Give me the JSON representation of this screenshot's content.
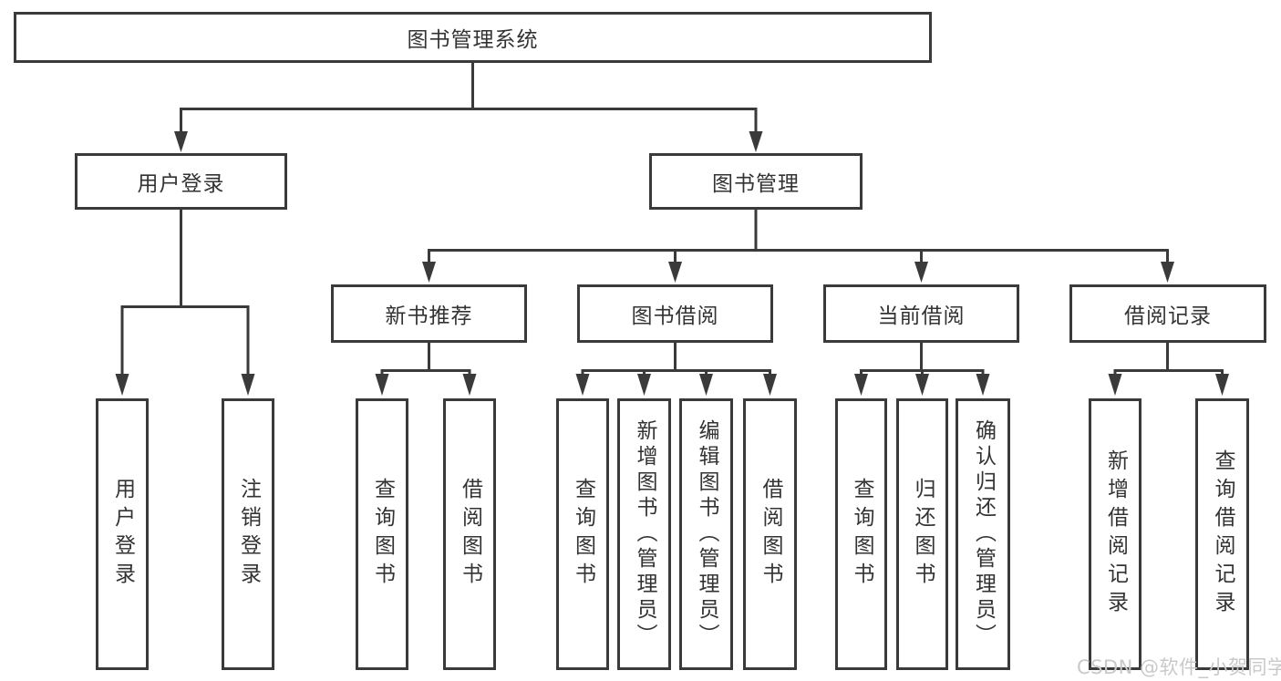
{
  "tree": {
    "label": "图书管理系统",
    "children": [
      {
        "label": "用户登录",
        "children": [
          {
            "label": "用户登录"
          },
          {
            "label": "注销登录"
          }
        ]
      },
      {
        "label": "图书管理",
        "children": [
          {
            "label": "新书推荐",
            "children": [
              {
                "label": "查询图书"
              },
              {
                "label": "借阅图书"
              }
            ]
          },
          {
            "label": "图书借阅",
            "children": [
              {
                "label": "查询图书"
              },
              {
                "label": "新增图书（管理员）"
              },
              {
                "label": "编辑图书（管理员）"
              },
              {
                "label": "借阅图书"
              }
            ]
          },
          {
            "label": "当前借阅",
            "children": [
              {
                "label": "查询图书"
              },
              {
                "label": "归还图书"
              },
              {
                "label": "确认归还（管理员）"
              }
            ]
          },
          {
            "label": "借阅记录",
            "children": [
              {
                "label": "新增借阅记录"
              },
              {
                "label": "查询借阅记录"
              }
            ]
          }
        ]
      }
    ]
  },
  "watermark": {
    "text": "CSDN @软件_小贺同学"
  },
  "colors": {
    "line": "#3a3a3a",
    "text": "#333333",
    "box_bg": "#ffffff",
    "watermark": "#c9c9c9"
  }
}
